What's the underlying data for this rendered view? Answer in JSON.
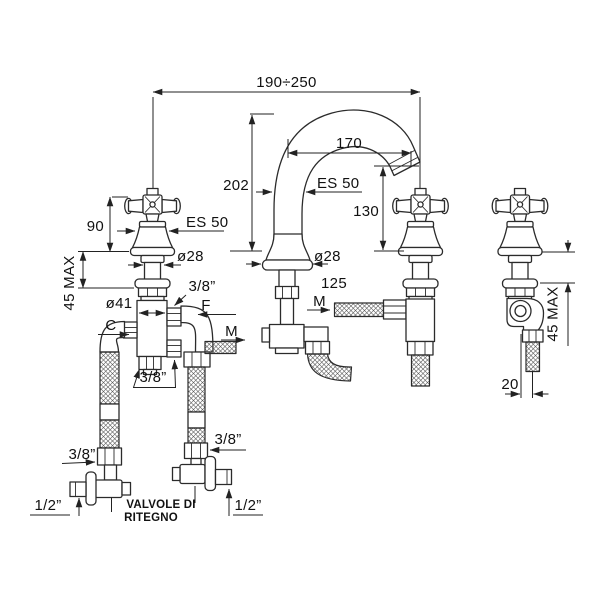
{
  "drawing": {
    "type": "faucet-installation-technical-drawing",
    "line_color": "#2b2b2b",
    "background": "#ffffff"
  },
  "labels": {
    "spread": "190÷250",
    "reach": "170",
    "spout_height": "202",
    "es50_spout": "ES 50",
    "outlet_height": "130",
    "es50_handle": "ES 50",
    "handle_height": "90",
    "dia28_handle": "ø28",
    "dia28_spout": "ø28",
    "hose_125": "125",
    "max45_left": "45 MAX",
    "dia41": "ø41",
    "in38_top": "3/8”",
    "cold_in": "F",
    "hot_in": "C",
    "mix_left": "M",
    "mix_center": "M",
    "in38_bottom": "3/8”",
    "in38_hose_left": "3/8”",
    "in38_hose_right": "3/8”",
    "in12_left": "1/2”",
    "in12_right": "1/2”",
    "check_valves_1": "VALVOLE DI",
    "check_valves_2": "RITEGNO",
    "max45_right": "45 MAX",
    "offset20": "20"
  }
}
